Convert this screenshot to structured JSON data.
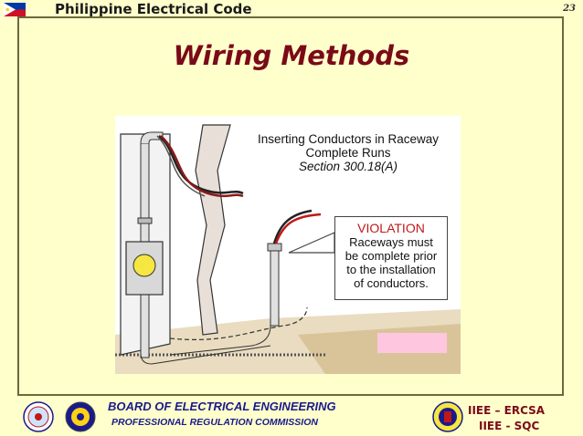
{
  "header": {
    "code_title": "Philippine Electrical Code",
    "page_number": "23"
  },
  "slide": {
    "title": "Wiring Methods"
  },
  "figure": {
    "caption_line1": "Inserting Conductors in Raceway",
    "caption_line2": "Complete Runs",
    "caption_line3": "Section 300.18(A)",
    "violation_heading": "VIOLATION",
    "violation_line1": "Raceways must",
    "violation_line2": "be complete prior",
    "violation_line3": "to the installation",
    "violation_line4": "of conductors."
  },
  "footer": {
    "board": "BOARD OF ELECTRICAL ENGINEERING",
    "commission": "PROFESSIONAL  REGULATION COMMISSION",
    "org_line1": "IIEE – ERCSA",
    "org_line2": "IIEE - SQC"
  },
  "colors": {
    "background": "#ffffcc",
    "title": "#7a0a18",
    "footer_text": "#1a1a8c"
  }
}
